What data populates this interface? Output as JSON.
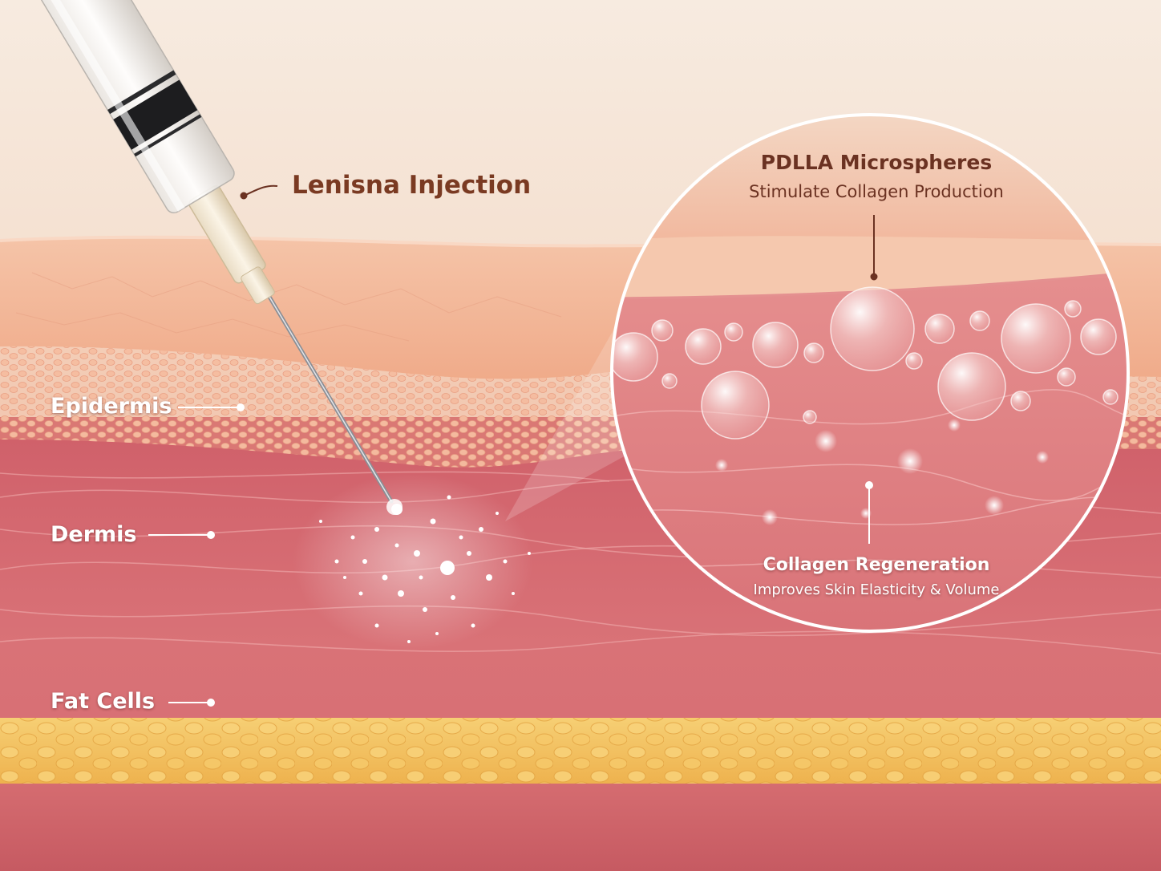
{
  "labels": {
    "injection": "Lenisna Injection",
    "epidermis": "Epidermis",
    "dermis": "Dermis",
    "fat_cells": "Fat Cells"
  },
  "zoom": {
    "title": "PDLLA Microspheres",
    "subtitle": "Stimulate Collagen Production",
    "bottom_title": "Collagen Regeneration",
    "bottom_subtitle": "Improves Skin Elasticity & Volume"
  },
  "colors": {
    "background_top": "#f6e6d8",
    "epidermis_surface": "#f2b496",
    "epidermis_cells": "#f4b99c",
    "dermis": "#d86f74",
    "fat": "#f3c262",
    "label_brown": "#7a3a22"
  }
}
